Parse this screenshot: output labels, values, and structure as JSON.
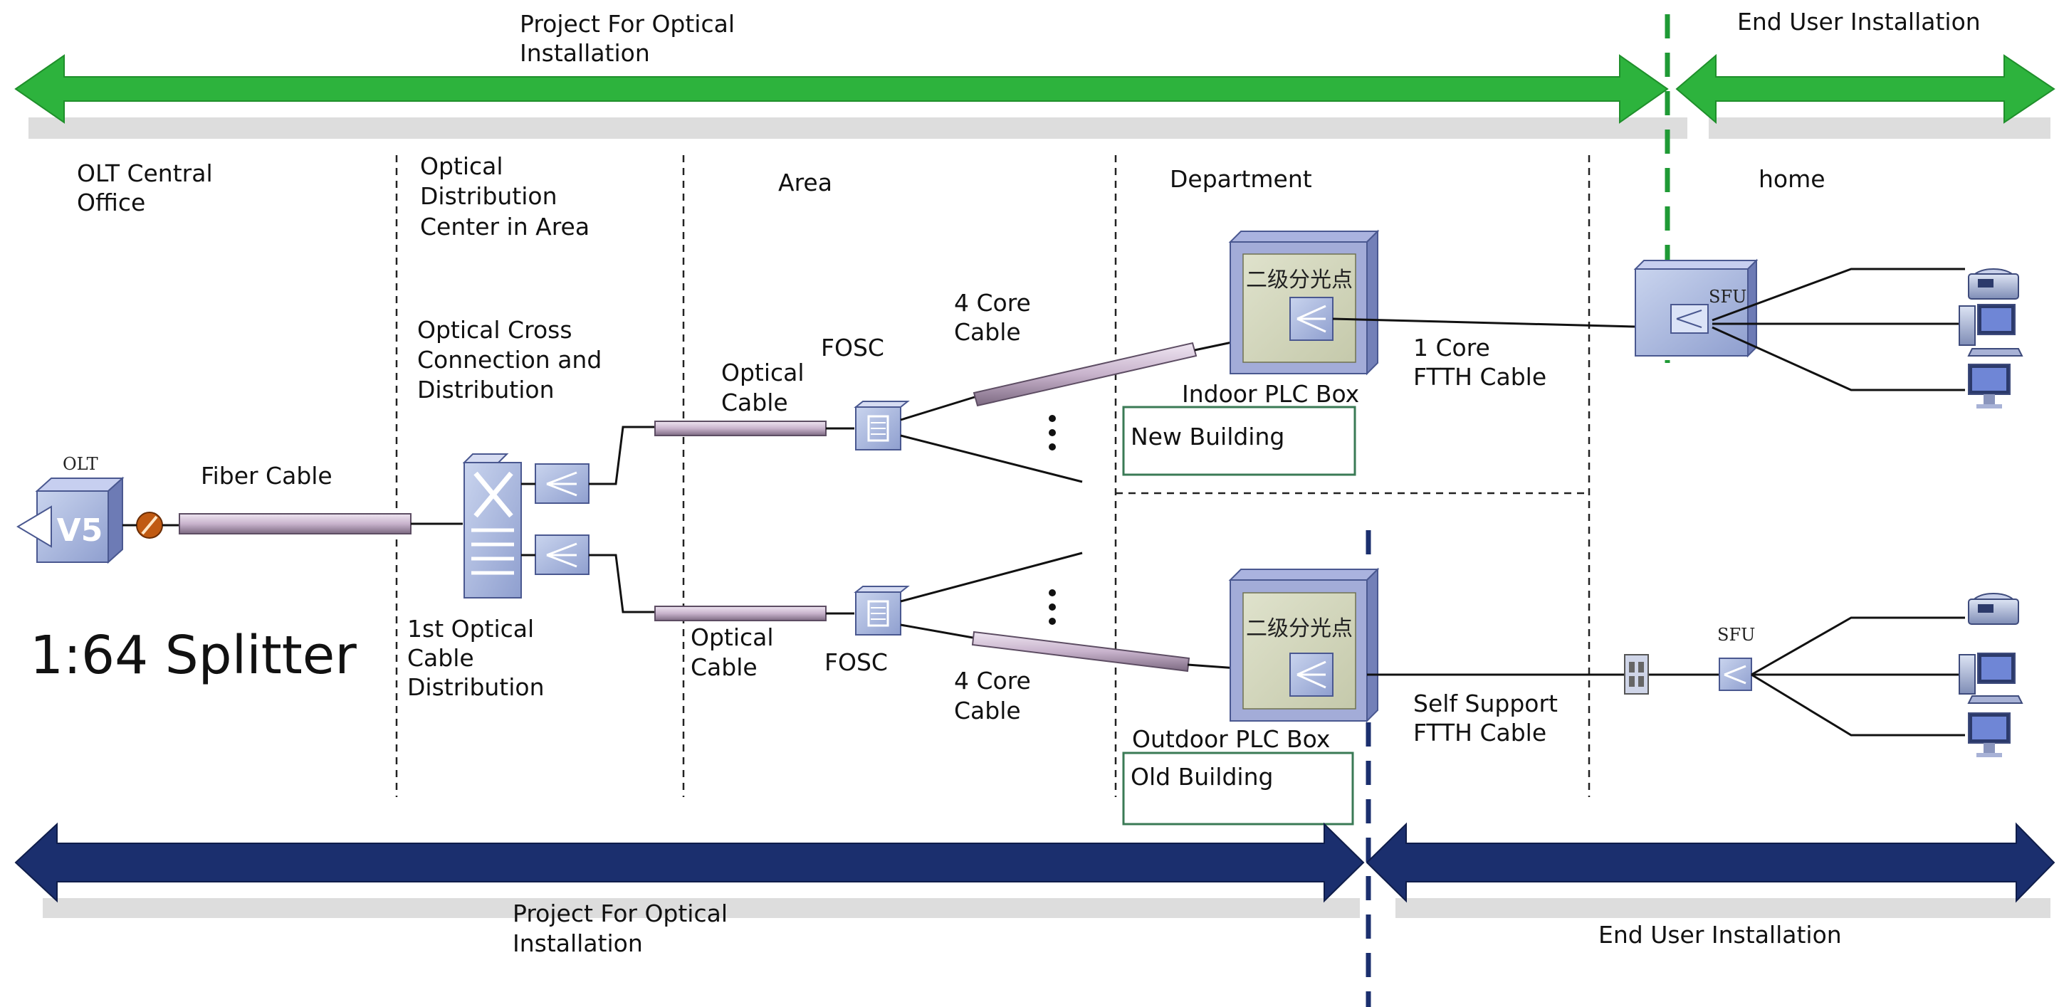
{
  "top_arrow": {
    "left_label_line1": "Project For Optical",
    "left_label_line2": "Installation",
    "right_label": "End User Installation",
    "color": "#2db33d"
  },
  "bottom_arrow": {
    "left_label_line1": "Project For Optical",
    "left_label_line2": "Installation",
    "right_label": "End User Installation",
    "color": "#1b2f6e"
  },
  "zones": {
    "olt_line1": "OLT Central",
    "olt_line2": "Office",
    "odc_line1": "Optical",
    "odc_line2": "Distribution",
    "odc_line3": "Center in Area",
    "area": "Area",
    "department": "Department",
    "home": "home"
  },
  "devices": {
    "olt": "OLT",
    "olt_badge": "V5",
    "splitter_ratio": "1:64 Splitter",
    "occ_line1": "Optical Cross",
    "occ_line2": "Connection and",
    "occ_line3": "Distribution",
    "first_dist_line1": "1st Optical",
    "first_dist_line2": "Cable",
    "first_dist_line3": "Distribution",
    "fosc_top": "FOSC",
    "fosc_bottom": "FOSC",
    "plc_indoor": "Indoor PLC Box",
    "plc_outdoor": "Outdoor PLC Box",
    "plc_chinese_top": "二级分光点",
    "plc_chinese_bottom": "二级分光点",
    "sfu_top": "SFU",
    "sfu_bottom": "SFU"
  },
  "cables": {
    "fiber": "Fiber Cable",
    "optical_top_line1": "Optical",
    "optical_top_line2": "Cable",
    "optical_bottom_line1": "Optical",
    "optical_bottom_line2": "Cable",
    "core4_top_line1": "4 Core",
    "core4_top_line2": "Cable",
    "core4_bottom_line1": "4 Core",
    "core4_bottom_line2": "Cable",
    "ftth_top_line1": "1 Core",
    "ftth_top_line2": "FTTH Cable",
    "ftth_bottom_line1": "Self Support",
    "ftth_bottom_line2": "FTTH Cable"
  },
  "buildings": {
    "new": "New Building",
    "old": "Old Building"
  }
}
